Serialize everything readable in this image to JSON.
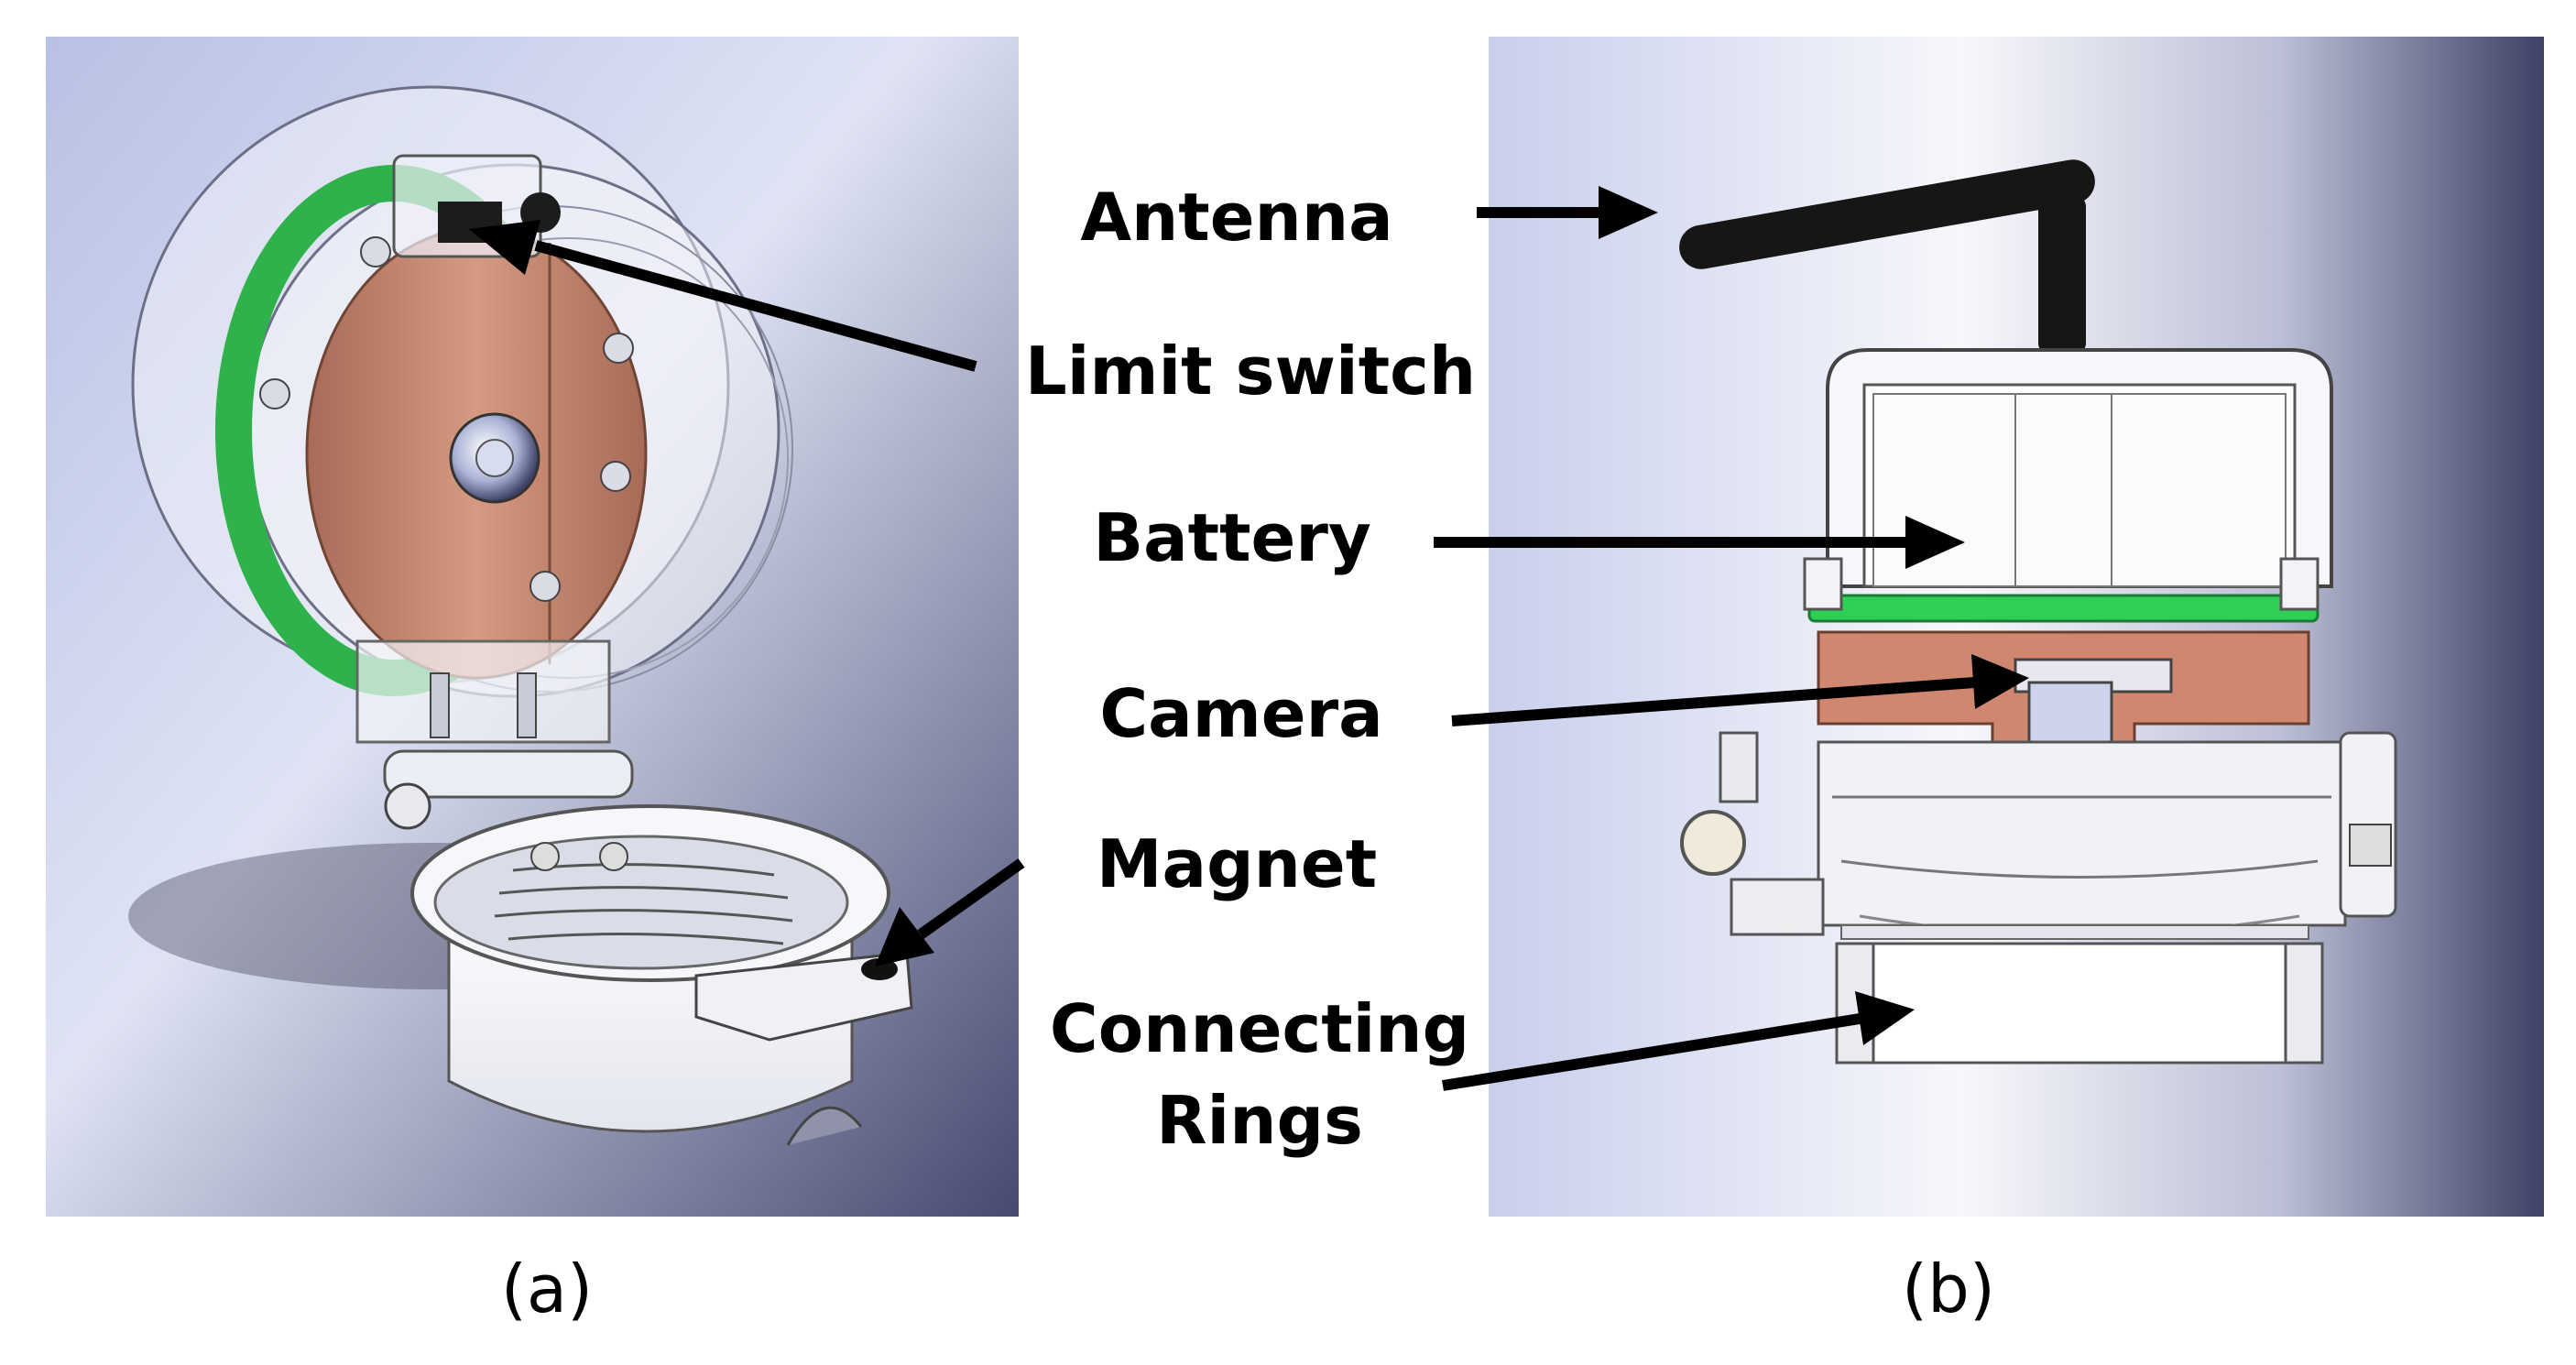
{
  "labels": {
    "antenna": "Antenna",
    "limit_switch": "Limit switch",
    "battery": "Battery",
    "camera": "Camera",
    "magnet": "Magnet",
    "connecting_line1": "Connecting",
    "connecting_line2": "Rings"
  },
  "captions": {
    "a": "(a)",
    "b": "(b)"
  },
  "colors": {
    "panel_bg_a": "#c9cfe8",
    "panel_bg_b": "#5b5c7f",
    "copper": "#c8826b",
    "pcb_green": "#27c24b",
    "antenna_black": "#141414",
    "arrow": "#000000"
  },
  "icons": [
    "antenna-icon",
    "limit-switch-icon",
    "battery-icon",
    "camera-icon",
    "magnet-icon",
    "connecting-rings-icon"
  ]
}
